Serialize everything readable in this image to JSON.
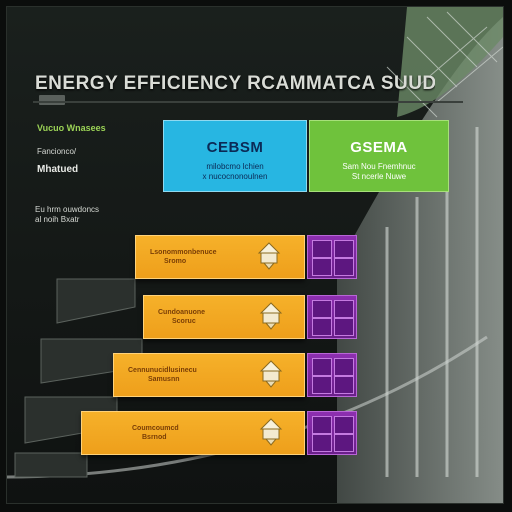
{
  "title": "ENERGY EFFICIENCY RCAMMATCA SUUDUL",
  "left_block": {
    "line1": "Vucuo Wnasees",
    "line2": "Fancionco/",
    "line3": "Mhatued"
  },
  "cards": [
    {
      "heading": "CEBSM",
      "sub_lines": [
        "milobcmo lchien",
        "x nucocnonoulnen"
      ],
      "color": "#27b6e2"
    },
    {
      "heading": "GSEMA",
      "sub_lines": [
        "Sam Nou Fnemhnuc",
        "St ncerle Nuwe"
      ],
      "color": "#6fc23c"
    }
  ],
  "sub_label": [
    "Eu hrm ouwdoncs",
    "al noih Bxatr"
  ],
  "rows": [
    {
      "lines": [
        "Lsonommonbenuce",
        "Sromo"
      ]
    },
    {
      "lines": [
        "Cundoanuone",
        "Scoruc"
      ]
    },
    {
      "lines": [
        "Cennunucidlusinecu",
        "Samusnn"
      ]
    },
    {
      "lines": [
        "Coumcoumcd",
        "Bsrnod"
      ]
    }
  ],
  "accent_colors": {
    "orange": "#f2a623",
    "purple": "#7a2a9e",
    "blue": "#27b6e2",
    "green": "#6fc23c"
  },
  "icons": [
    "lightbulb-icon",
    "bracket-icon"
  ]
}
